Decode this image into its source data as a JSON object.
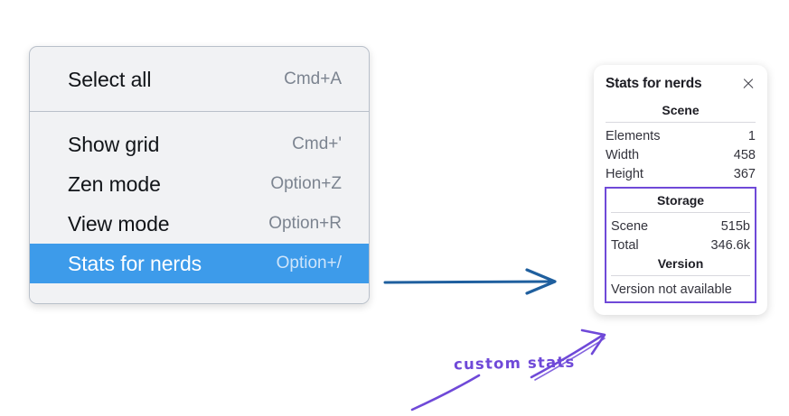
{
  "menu": {
    "groups": [
      {
        "items": [
          {
            "label": "Select all",
            "shortcut": "Cmd+A",
            "highlighted": false
          }
        ]
      },
      {
        "items": [
          {
            "label": "Show grid",
            "shortcut": "Cmd+'",
            "highlighted": false
          },
          {
            "label": "Zen mode",
            "shortcut": "Option+Z",
            "highlighted": false
          },
          {
            "label": "View mode",
            "shortcut": "Option+R",
            "highlighted": false
          },
          {
            "label": "Stats for nerds",
            "shortcut": "Option+/",
            "highlighted": true
          }
        ]
      }
    ],
    "highlight_color": "#3d9bea"
  },
  "stats_panel": {
    "title": "Stats for nerds",
    "close_icon": "close-icon",
    "scene": {
      "heading": "Scene",
      "rows": [
        {
          "label": "Elements",
          "value": "1"
        },
        {
          "label": "Width",
          "value": "458"
        },
        {
          "label": "Height",
          "value": "367"
        }
      ]
    },
    "storage": {
      "heading": "Storage",
      "rows": [
        {
          "label": "Scene",
          "value": "515b"
        },
        {
          "label": "Total",
          "value": "346.6k"
        }
      ]
    },
    "version": {
      "heading": "Version",
      "text": "Version not available"
    },
    "highlight_border_color": "#6f49d8"
  },
  "annotations": {
    "blue_arrow": {
      "name": "blue-arrow",
      "color": "#1f5f9e"
    },
    "custom_stats": {
      "text": "custom stats",
      "color": "#6f49d8"
    }
  }
}
